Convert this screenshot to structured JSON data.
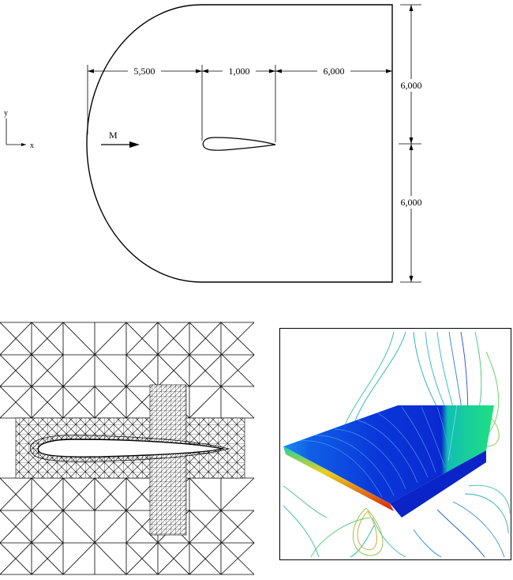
{
  "domain_diagram": {
    "dimensions": {
      "upstream": "5,500",
      "chord": "1,000",
      "downstream": "6,000",
      "upper_height": "6,000",
      "lower_height": "6,000"
    },
    "freestream_label": "M",
    "axes": {
      "y": "y",
      "x": "x"
    }
  },
  "mesh_panel": {
    "description": "Adaptive triangular mesh around airfoil"
  },
  "solution_panel": {
    "description": "3D wing surface with pressure contour lines",
    "colors": {
      "surface_dark": "#0a2ad8",
      "surface_mid": "#1a6ef0",
      "surface_light": "#22d07a",
      "leading_edge_red": "#d82010",
      "leading_edge_yellow": "#e8d020",
      "frame": "#000000"
    }
  }
}
